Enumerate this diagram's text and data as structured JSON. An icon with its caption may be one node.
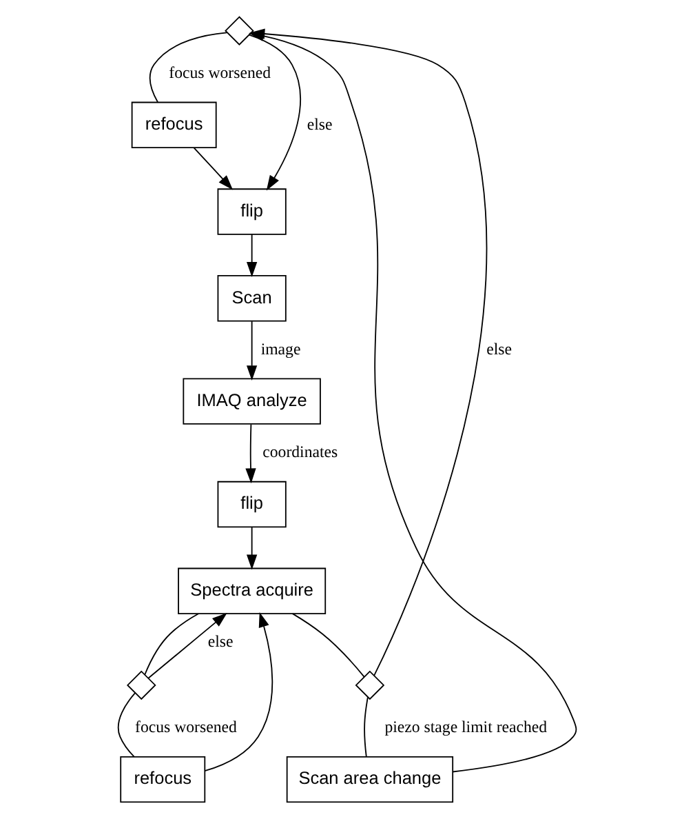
{
  "diagram": {
    "nodes": [
      {
        "text": [],
        "shape": "diamond"
      },
      {
        "text": [
          "refocus"
        ]
      },
      {
        "text": [
          "flip"
        ]
      },
      {
        "text": [
          "Scan"
        ]
      },
      {
        "text": [
          "IMAQ analyze"
        ]
      },
      {
        "text": [
          "Scan area change"
        ]
      },
      {
        "text": [],
        "shape": "diamond"
      },
      {
        "text": [
          "flip"
        ]
      },
      {
        "text": [
          "refocus"
        ]
      },
      {
        "text": [
          "Spectra acquire"
        ]
      },
      {
        "text": [],
        "shape": "diamond"
      }
    ],
    "edges": [
      {
        "from": 0,
        "to": 1,
        "arrow": "none",
        "label": "focus worsened"
      },
      {
        "from": 0,
        "to": 2,
        "arrow": "to",
        "label": "else"
      },
      {
        "from": 1,
        "to": 2,
        "arrow": "to"
      },
      {
        "from": 2,
        "to": 3,
        "arrow": "to"
      },
      {
        "from": 3,
        "to": 4,
        "arrow": "to",
        "label": "image"
      },
      {
        "from": 4,
        "to": 7,
        "arrow": "to",
        "label": "coordinates"
      },
      {
        "from": 7,
        "to": 9,
        "arrow": "to"
      },
      {
        "from": 9,
        "to": 10,
        "arrow": "none"
      },
      {
        "from": 10,
        "to": 8,
        "arrow": "none",
        "label": "focus worsened"
      },
      {
        "from": 10,
        "to": 9,
        "arrow": "to",
        "label": "else"
      },
      {
        "from": 8,
        "to": 9,
        "arrow": "to"
      },
      {
        "from": 9,
        "to": 6,
        "arrow": "none"
      },
      {
        "from": 6,
        "to": 5,
        "arrow": "none",
        "label": "piezo stage limit reached"
      },
      {
        "from": 6,
        "to": 0,
        "arrow": "to",
        "label": "else"
      },
      {
        "from": 5,
        "to": 0,
        "arrow": "to"
      }
    ]
  }
}
